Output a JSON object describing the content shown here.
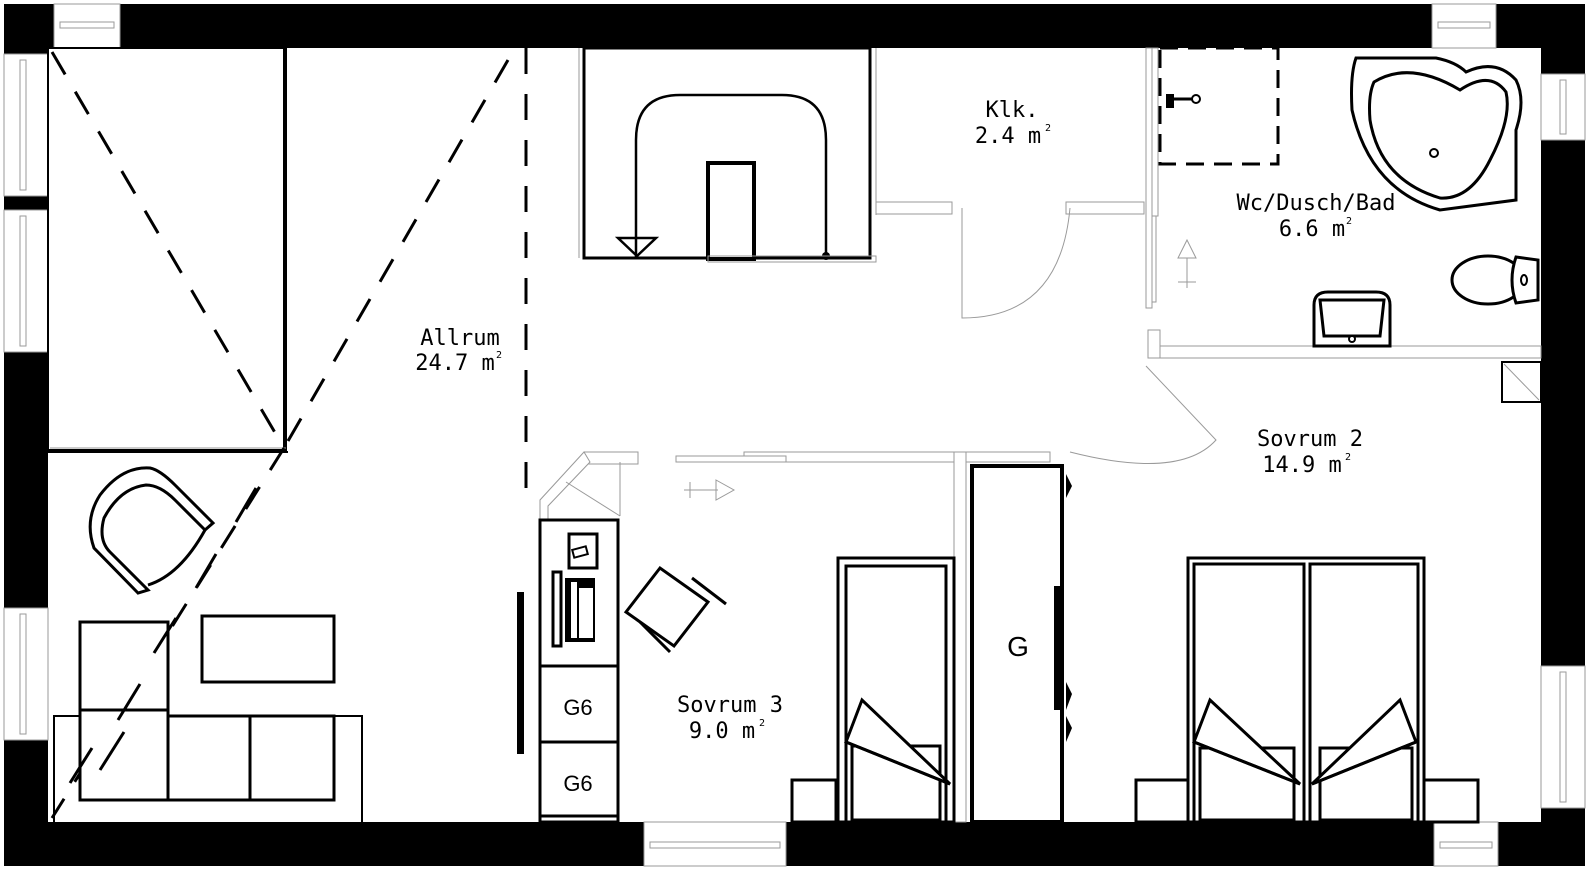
{
  "plan": {
    "type": "floor plan",
    "colors": {
      "wall": "#000000",
      "background": "#ffffff",
      "thin_line": "#9a9a9a"
    },
    "rooms": [
      {
        "id": "allrum",
        "name": "Allrum",
        "area": "24.7 m",
        "unit_sup": "2"
      },
      {
        "id": "klk",
        "name": "Klk.",
        "area": "2.4 m",
        "unit_sup": "2"
      },
      {
        "id": "wc",
        "name": "Wc/Dusch/Bad",
        "area": "6.6 m",
        "unit_sup": "2"
      },
      {
        "id": "sovrum2",
        "name": "Sovrum 2",
        "area": "14.9 m",
        "unit_sup": "2"
      },
      {
        "id": "sovrum3",
        "name": "Sovrum 3",
        "area": "9.0 m",
        "unit_sup": "2"
      }
    ],
    "cabinet_codes": {
      "g6_upper": "G6",
      "g6_lower": "G6",
      "wardrobe": "G"
    },
    "symbols": [
      "bathtub-icon",
      "toilet-icon",
      "sink-icon",
      "shower-icon",
      "armchair-icon",
      "sofa-icon",
      "coffee-table-icon",
      "desk-chair-icon",
      "bed-icon",
      "stair-icon",
      "door-swing-icon",
      "window-icon"
    ]
  }
}
